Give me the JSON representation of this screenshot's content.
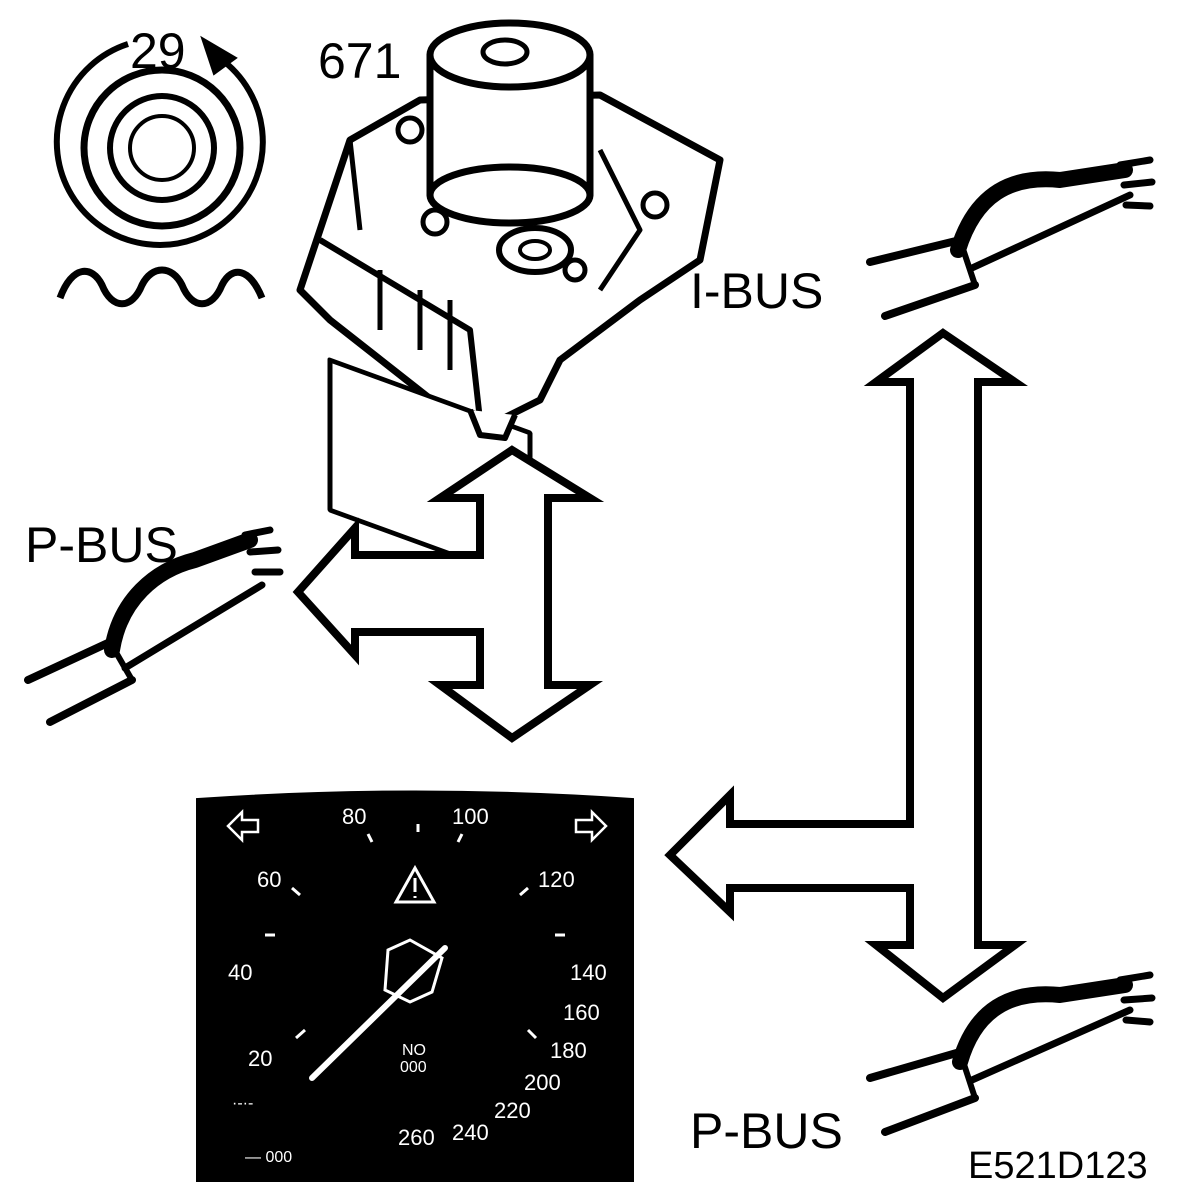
{
  "labels": {
    "sensor_number": "29",
    "module_number": "671",
    "ibus": "I-BUS",
    "pbus_left": "P-BUS",
    "pbus_right": "P-BUS",
    "figure_code": "E521D123"
  },
  "speedometer": {
    "scale": [
      "20",
      "40",
      "60",
      "80",
      "100",
      "120",
      "140",
      "160",
      "180",
      "200",
      "220",
      "240",
      "260"
    ]
  },
  "colors": {
    "ink": "#000000",
    "paper": "#ffffff"
  },
  "icons": [
    "wheel-speed-sensor-icon",
    "abs-control-module-icon",
    "cable-connector-icon",
    "speedometer-icon",
    "warning-triangle-icon",
    "turn-signal-arrow-icon"
  ]
}
